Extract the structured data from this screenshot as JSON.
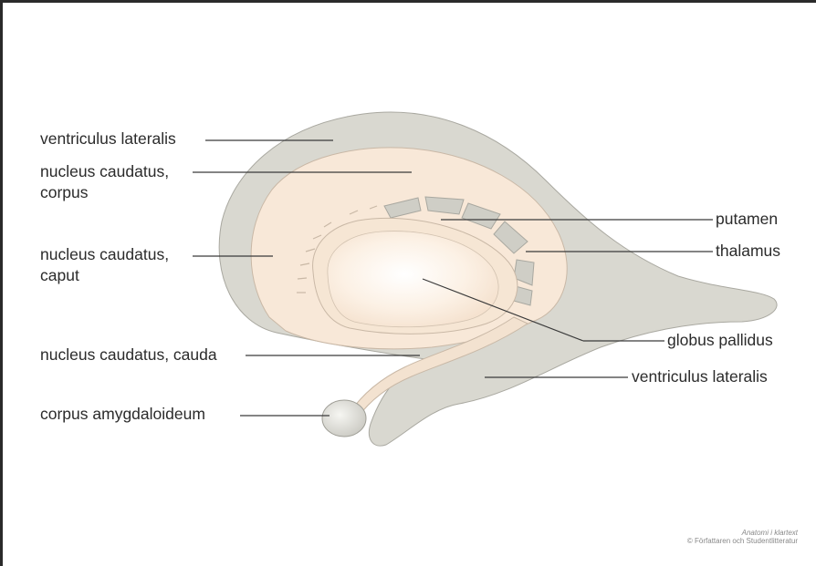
{
  "labels": {
    "ventriculus_lateralis_top": "ventriculus lateralis",
    "nucleus_caudatus_corpus_1": "nucleus caudatus,",
    "nucleus_caudatus_corpus_2": "corpus",
    "nucleus_caudatus_caput_1": "nucleus caudatus,",
    "nucleus_caudatus_caput_2": "caput",
    "nucleus_caudatus_cauda": "nucleus caudatus, cauda",
    "corpus_amygdaloideum": "corpus amygdaloideum",
    "putamen": "putamen",
    "thalamus": "thalamus",
    "globus_pallidus": "globus pallidus",
    "ventriculus_lateralis_bottom": "ventriculus lateralis"
  },
  "credit": {
    "title": "Anatomi i klartext",
    "copyright": "© Författaren och Studentlitteratur"
  },
  "colors": {
    "ventricle": "#d9d8d0",
    "ventricle_stroke": "#a9a8a0",
    "caudate": "#f8e8d8",
    "caudate_stroke": "#c9b8a6",
    "lentiform": "#fbefe2",
    "leader": "#3a3a3a"
  }
}
